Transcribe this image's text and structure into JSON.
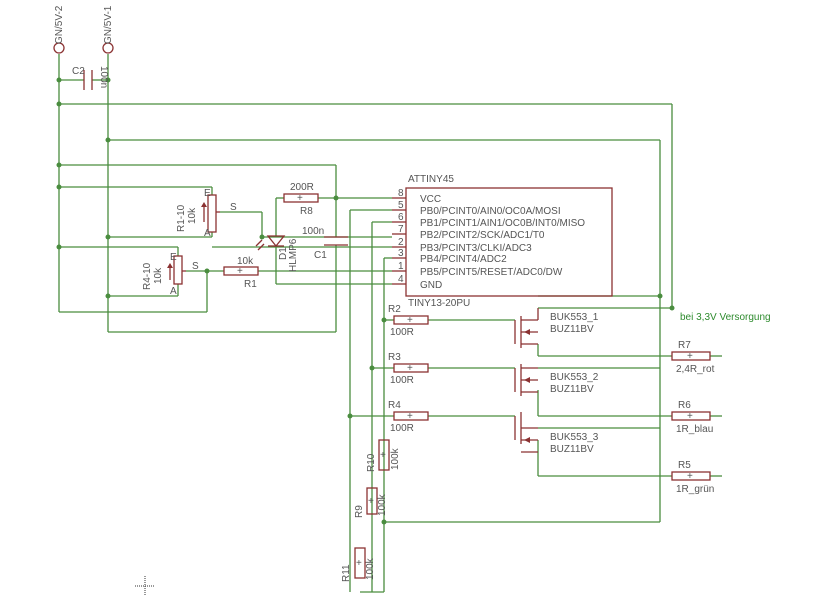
{
  "ic": {
    "name": "ATTINY45",
    "value": "TINY13-20PU",
    "pins": [
      {
        "num": "8",
        "label": "VCC"
      },
      {
        "num": "5",
        "label": "PB0/PCINT0/AIN0/OC0A/MOSI"
      },
      {
        "num": "6",
        "label": "PB1/PCINT1/AIN1/OC0B/INT0/MISO"
      },
      {
        "num": "7",
        "label": "PB2/PCINT2/SCK/ADC1/T0"
      },
      {
        "num": "2",
        "label": "PB3/PCINT3/CLKI/ADC3"
      },
      {
        "num": "3",
        "label": "PB4/PCINT4/ADC2"
      },
      {
        "num": "1",
        "label": "PB5/PCINT5/RESET/ADC0/DW"
      },
      {
        "num": "4",
        "label": "GND"
      }
    ]
  },
  "connectors": {
    "gnd": "GN/5V-2",
    "vcc": "GN/5V-1"
  },
  "c2": {
    "name": "C2",
    "value": "100n"
  },
  "c1": {
    "name": "C1",
    "value": "100n"
  },
  "r8": {
    "name": "R8",
    "value": "200R"
  },
  "r1": {
    "name": "R1",
    "value": "10k"
  },
  "pot1": {
    "name": "R1-10",
    "value": "10k",
    "e": "E",
    "a": "A",
    "s": "S"
  },
  "pot4": {
    "name": "R4-10",
    "value": "10k",
    "e": "E",
    "a": "A",
    "s": "S"
  },
  "d1": {
    "name": "D1",
    "value": "HLMP6"
  },
  "r2": {
    "name": "R2",
    "value": "100R"
  },
  "r3": {
    "name": "R3",
    "value": "100R"
  },
  "r4": {
    "name": "R4",
    "value": "100R"
  },
  "r9": {
    "name": "R9",
    "value": "100k"
  },
  "r10": {
    "name": "R10",
    "value": "100k"
  },
  "r11": {
    "name": "R11",
    "value": "100k"
  },
  "q1": {
    "name": "BUK553_1",
    "value": "BUZ11BV"
  },
  "q2": {
    "name": "BUK553_2",
    "value": "BUZ11BV"
  },
  "q3": {
    "name": "BUK553_3",
    "value": "BUZ11BV"
  },
  "r7": {
    "name": "R7",
    "value": "2,4R_rot"
  },
  "r6": {
    "name": "R6",
    "value": "1R_blau"
  },
  "r5": {
    "name": "R5",
    "value": "1R_grün"
  },
  "note": "bei 3,3V Versorgung"
}
